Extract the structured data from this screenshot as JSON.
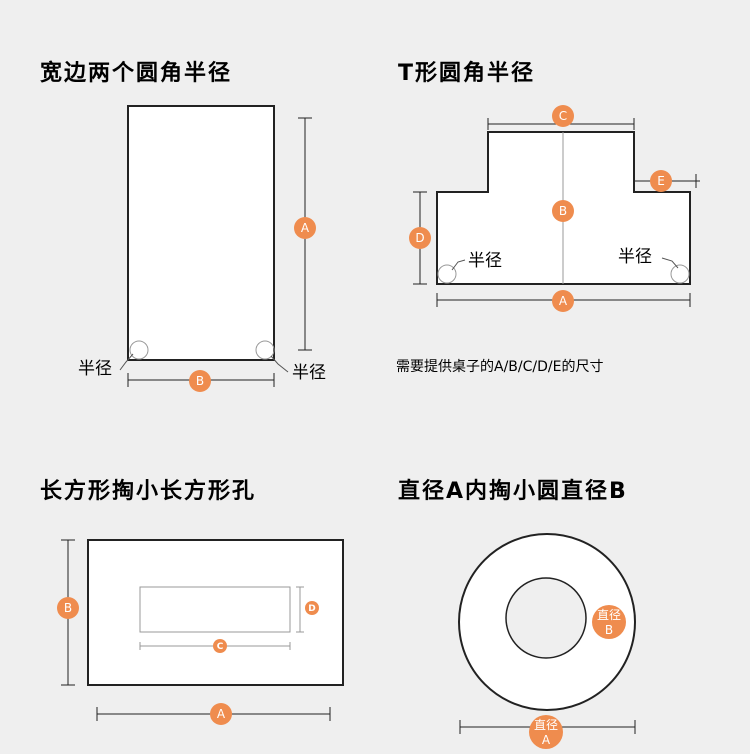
{
  "colors": {
    "accent": "#ef8c4e",
    "background": "#efefef",
    "shape_fill": "#ffffff",
    "line": "#222222"
  },
  "panel_1": {
    "title": "宽边两个圆角半径",
    "radius_left": "半径",
    "radius_right": "半径",
    "dim_height": "A",
    "dim_width": "B"
  },
  "panel_2": {
    "title": "T形圆角半径",
    "dim_top": "C",
    "dim_total_height": "B",
    "dim_step": "E",
    "dim_side_height": "D",
    "dim_bottom": "A",
    "radius_left": "半径",
    "radius_right": "半径",
    "note": "需要提供桌子的A/B/C/D/E的尺寸"
  },
  "panel_3": {
    "title": "长方形掏小长方形孔",
    "dim_height": "B",
    "dim_width": "A",
    "dim_hole_width": "C",
    "dim_hole_height": "D"
  },
  "panel_4": {
    "title": "直径A内掏小圆直径B",
    "inner_label_line1": "直径",
    "inner_label_line2": "B",
    "outer_label_line1": "直径",
    "outer_label_line2": "A"
  }
}
